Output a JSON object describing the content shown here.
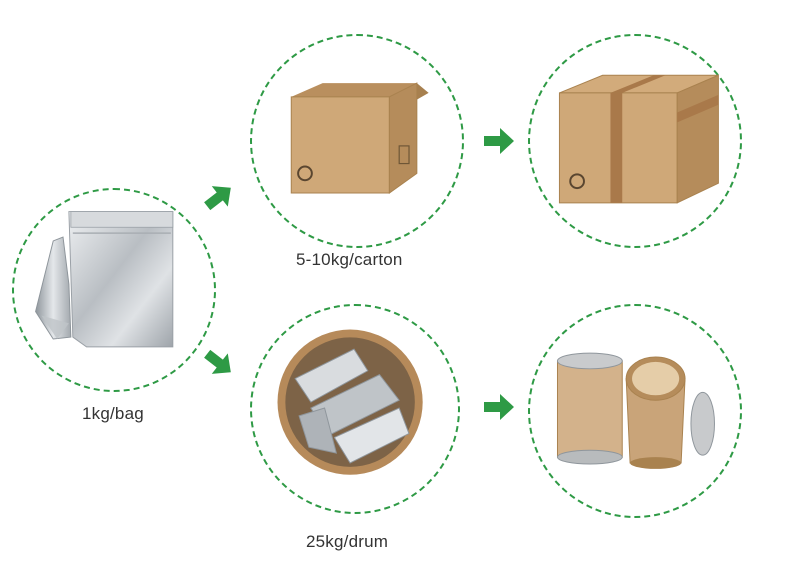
{
  "captions": {
    "bag": "1kg/bag",
    "carton": "5-10kg/carton",
    "drum": "25kg/drum"
  },
  "colors": {
    "ring": "#2e9a45",
    "arrow": "#2e9a45",
    "cardboard": "#c9a274",
    "tape": "#a9794a",
    "foil": "#c8ccd0"
  },
  "icons": {
    "bag": "foil-bag-icon",
    "open_carton": "open-carton-box-icon",
    "sealed_carton": "sealed-carton-box-icon",
    "open_drum": "open-drum-with-bags-icon",
    "drums": "fiber-drums-icon",
    "arrow": "green-arrow-icon"
  }
}
